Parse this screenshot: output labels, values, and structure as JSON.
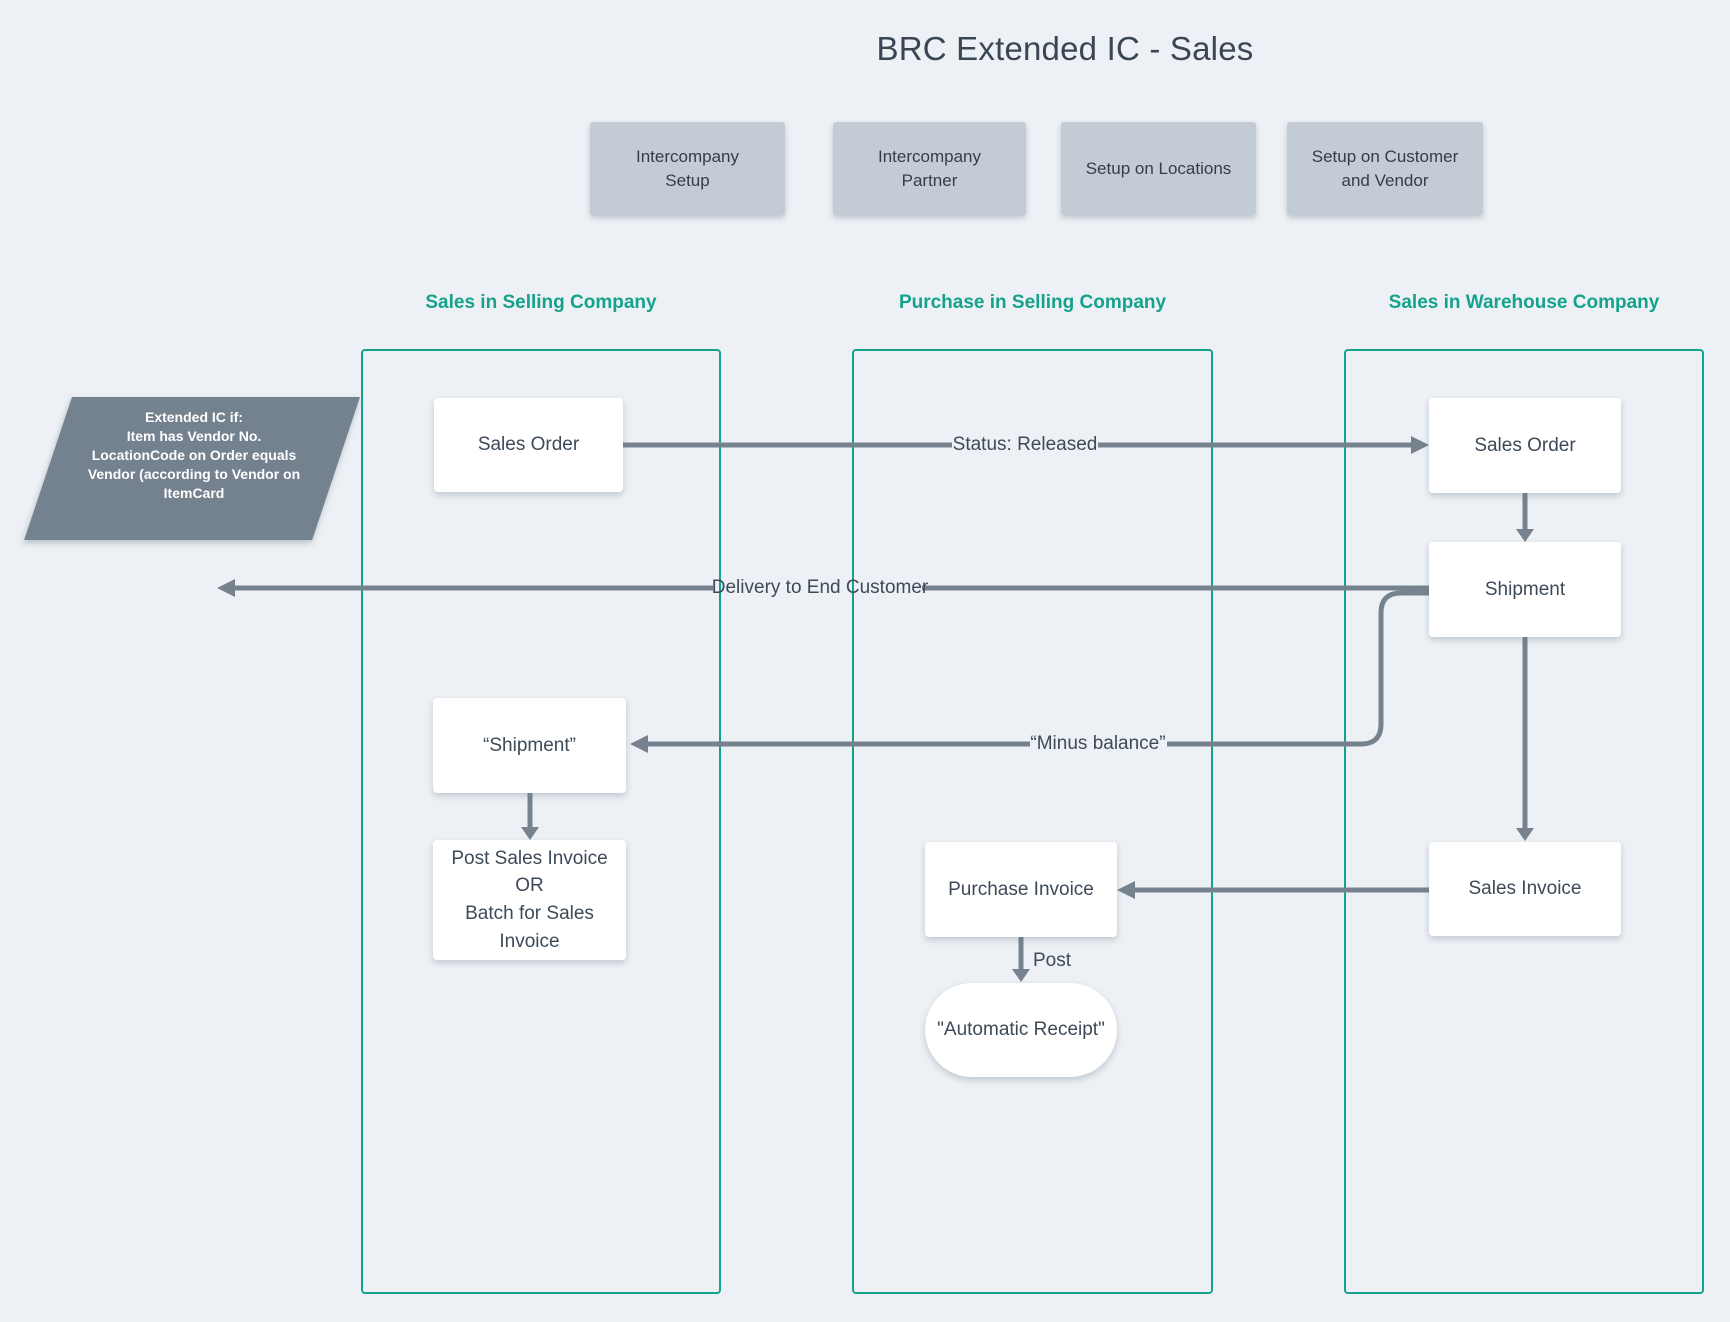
{
  "title": "BRC Extended IC - Sales",
  "colors": {
    "page_background": "#edf1f5",
    "lane_border_teal": "#16a38d",
    "lane_header_teal": "#15a28c",
    "arrow_gray": "#76838f",
    "setup_box_gray": "#c3ccd4",
    "note_background": "#74818e",
    "dark_text": "#3d4a57",
    "node_background": "#ffffff"
  },
  "setup_boxes": [
    {
      "label": "Intercompany\nSetup"
    },
    {
      "label": "Intercompany\nPartner"
    },
    {
      "label": "Setup on Locations"
    },
    {
      "label": "Setup on Customer\nand Vendor"
    }
  ],
  "note": {
    "text": "Extended IC if:\nItem has Vendor No.\nLocationCode on Order equals\nVendor (according to Vendor on\nItemCard"
  },
  "lanes": [
    {
      "header": "Sales in Selling Company"
    },
    {
      "header": "Purchase in Selling Company"
    },
    {
      "header": "Sales in Warehouse Company"
    }
  ],
  "nodes": {
    "sales_order_selling": "Sales Order",
    "shipment_selling": "“Shipment”",
    "post_sales_invoice": "Post Sales Invoice\nOR\nBatch for Sales\nInvoice",
    "purchase_invoice": "Purchase Invoice",
    "automatic_receipt": "\"Automatic Receipt\"",
    "sales_order_warehouse": "Sales Order",
    "shipment_warehouse": "Shipment",
    "sales_invoice_warehouse": "Sales Invoice"
  },
  "edge_labels": {
    "status_released": "Status: Released",
    "delivery": "Delivery to End Customer",
    "minus_balance": "“Minus balance”",
    "post": "Post"
  }
}
